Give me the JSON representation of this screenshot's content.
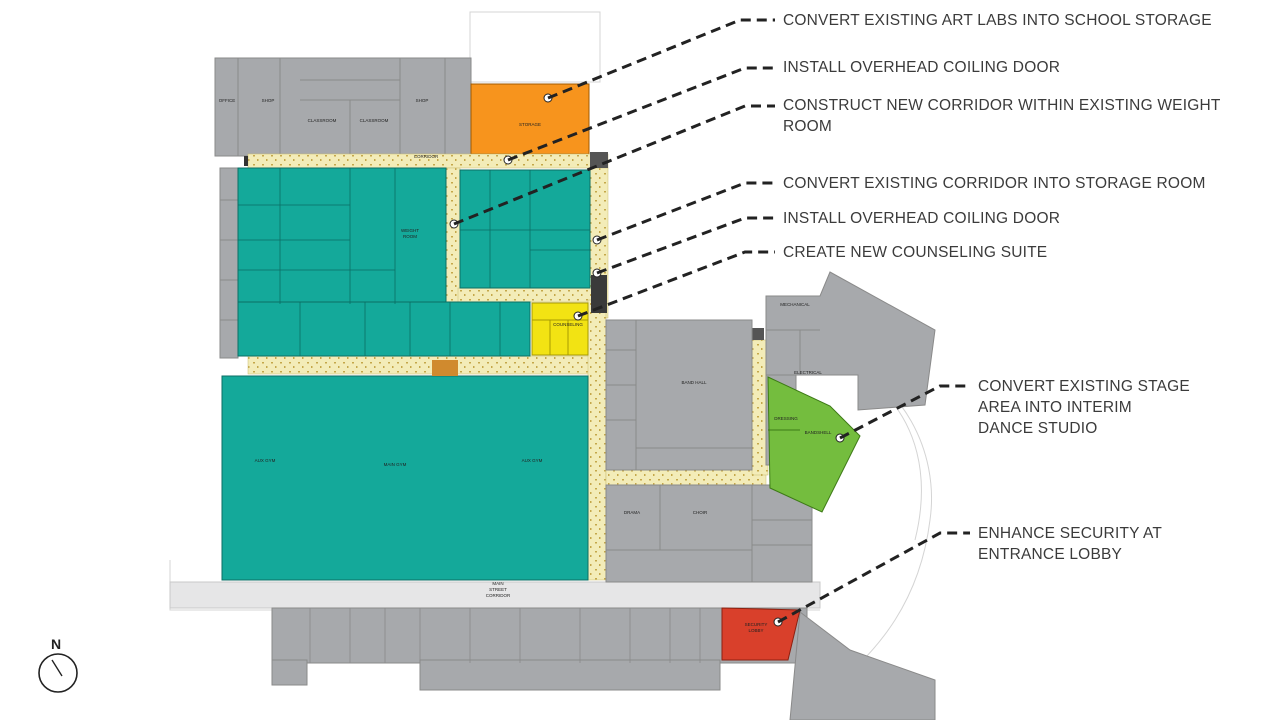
{
  "colors": {
    "storage": "#f7941d",
    "athletics": "#14a99a",
    "counseling": "#f2e313",
    "dance": "#74bd3e",
    "security": "#d9402b",
    "corridor": "#f3ecb8",
    "existing": "#a7a9ac",
    "leader": "#222222"
  },
  "callouts": [
    {
      "text": "CONVERT EXISTING ART LABS INTO SCHOOL STORAGE"
    },
    {
      "text": "INSTALL OVERHEAD COILING DOOR"
    },
    {
      "line1": "CONSTRUCT NEW CORRIDOR WITHIN EXISTING WEIGHT",
      "line2": "ROOM"
    },
    {
      "text": "CONVERT EXISTING CORRIDOR INTO STORAGE ROOM"
    },
    {
      "text": "INSTALL OVERHEAD COILING DOOR"
    },
    {
      "text": "CREATE NEW COUNSELING SUITE"
    },
    {
      "line1": "CONVERT EXISTING STAGE",
      "line2": "AREA INTO INTERIM",
      "line3": "DANCE STUDIO"
    },
    {
      "line1": "ENHANCE SECURITY AT",
      "line2": "ENTRANCE LOBBY"
    }
  ],
  "rooms": {
    "storage": "STORAGE",
    "aux_gym_left": "AUX GYM",
    "main_gym": "MAIN GYM",
    "aux_gym_right": "AUX GYM",
    "band_hall": "BAND HALL",
    "drama": "DRAMA",
    "choir": "CHOIR",
    "bandshell": "BANDSHELL",
    "security_lobby_1": "SECURITY",
    "security_lobby_2": "LOBBY",
    "counseling": "COUNSELING",
    "weight_room_1": "WEIGHT",
    "weight_room_2": "ROOM",
    "corridor": "CORRIDOR",
    "main_street_1": "MAIN",
    "main_street_2": "STREET",
    "main_street_3": "CORRIDOR",
    "shop_left": "SHOP",
    "shop_right": "SHOP",
    "classroom_1": "CLASSROOM",
    "classroom_2": "CLASSROOM",
    "office": "OFFICE",
    "mechanical": "MECHANICAL",
    "electrical": "ELECTRICAL",
    "dressing": "DRESSING"
  },
  "compass": {
    "label": "N"
  }
}
